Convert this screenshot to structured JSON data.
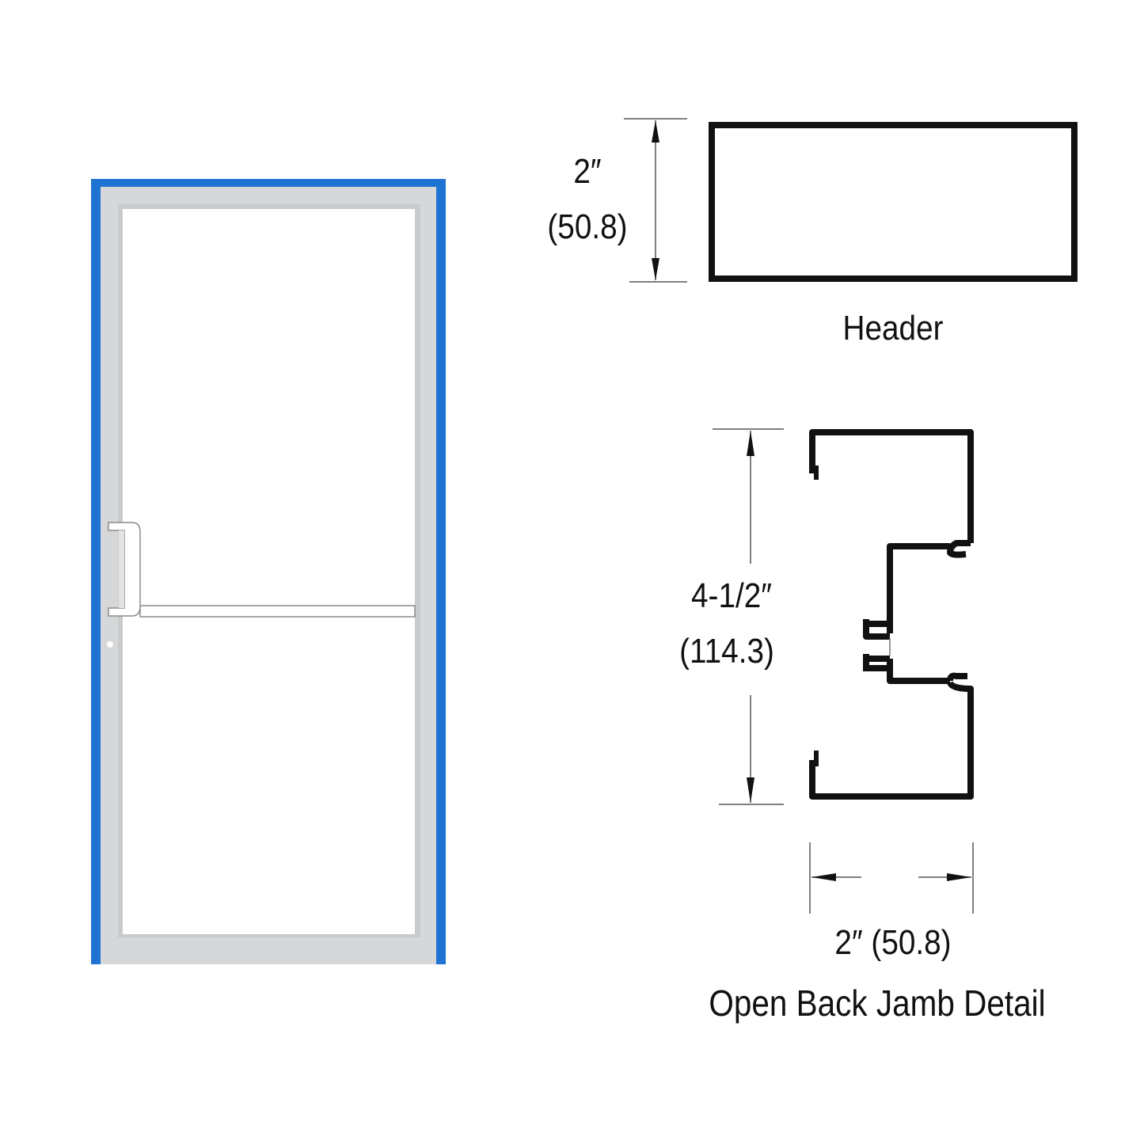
{
  "door": {
    "frame_color": "#1f73d2",
    "stile_color": "#d6d7d9",
    "glass_color": "#ffffff",
    "hardware": [
      "pull-handle",
      "push-bar",
      "lock-cylinder"
    ]
  },
  "header_detail": {
    "dimension_in": "2″",
    "dimension_mm": "(50.8)",
    "caption": "Header"
  },
  "jamb_detail": {
    "height_in": "4-1/2″",
    "height_mm": "(114.3)",
    "width_label": "2″ (50.8)",
    "caption": "Open Back Jamb Detail"
  },
  "colors": {
    "line": "#111111",
    "dim_line": "#555555"
  }
}
